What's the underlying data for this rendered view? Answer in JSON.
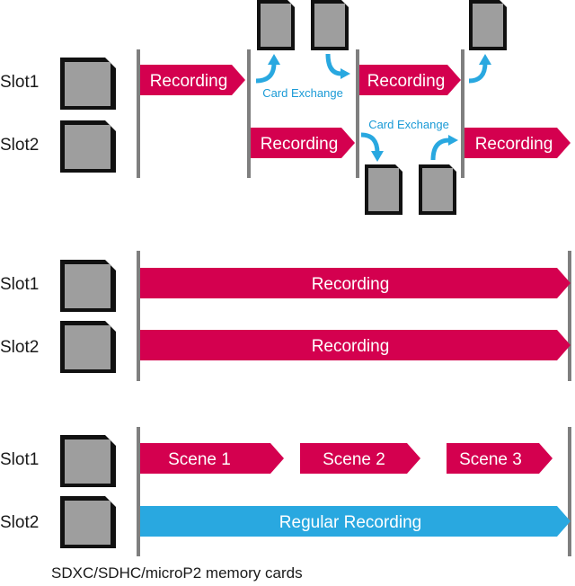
{
  "colors": {
    "recording": "#d4004f",
    "regular": "#29a8e0",
    "arrow": "#29a8e0",
    "divider": "#7f7f7f",
    "card_fill": "#9e9e9e",
    "card_border": "#111111"
  },
  "icons": {
    "card": "sd-card-icon",
    "exchange_arrow": "curved-arrow-icon"
  },
  "panel1": {
    "slot1_label": "Slot1",
    "slot2_label": "Slot2",
    "recording": "Recording",
    "card_exchange": "Card Exchange"
  },
  "panel2": {
    "slot1_label": "Slot1",
    "slot2_label": "Slot2",
    "recording": "Recording"
  },
  "panel3": {
    "slot1_label": "Slot1",
    "slot2_label": "Slot2",
    "scenes": [
      "Scene 1",
      "Scene 2",
      "Scene 3"
    ],
    "regular_recording": "Regular Recording"
  },
  "footer": "SDXC/SDHC/microP2 memory cards"
}
